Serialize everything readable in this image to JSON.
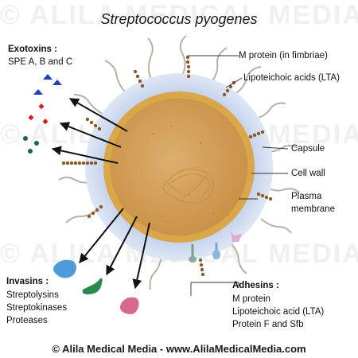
{
  "title": "Streptococcus pyogenes",
  "watermark": "© ALILA MEDICAL MEDIA",
  "labels": {
    "exotoxins_title": "Exotoxins :",
    "exotoxins_detail": "SPE A, B and C",
    "m_protein": "M protein (in fimbriae)",
    "lta": "Lipoteichoic acids (LTA)",
    "capsule": "Capsule",
    "cell_wall": "Cell wall",
    "plasma_membrane_1": "Plasma",
    "plasma_membrane_2": "membrane",
    "invasins_title": "Invasins :",
    "invasins_items": [
      "Streptolysins",
      "Streptokinases",
      "Proteases"
    ],
    "adhesins_title": "Adhesins :",
    "adhesins_items": [
      "M protein",
      "Lipoteichoic acid (LTA)",
      "Protein F and Sfb"
    ]
  },
  "footer": "© Alila Medical Media - www.AlilaMedicalMedia.com",
  "colors": {
    "capsule": "#c5d3ec",
    "cell_wall": "#d9a74a",
    "cytoplasm": "#d4a260",
    "bead": "#8a5a2b",
    "invasin_blue": "#4f9ad8",
    "invasin_green": "#2a8a4a",
    "invasin_pink": "#d76a8a",
    "toxin_blue": "#1f3fbf",
    "toxin_red": "#d81e1e",
    "toxin_green": "#1a6b3a"
  }
}
